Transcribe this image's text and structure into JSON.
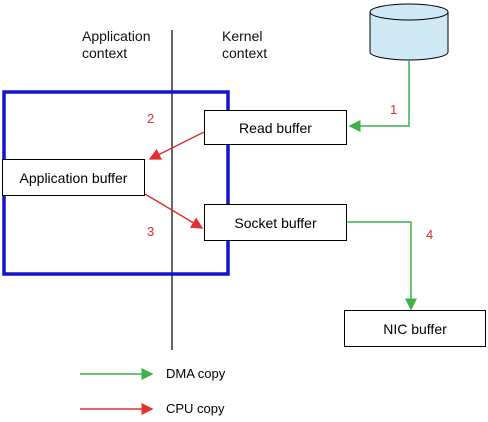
{
  "labels": {
    "application_context": "Application\ncontext",
    "kernel_context": "Kernel\ncontext"
  },
  "buffers": {
    "read": "Read buffer",
    "application": "Application buffer",
    "socket": "Socket buffer",
    "nic": "NIC buffer"
  },
  "steps": [
    "1",
    "2",
    "3",
    "4"
  ],
  "legend": {
    "dma": "DMA copy",
    "cpu": "CPU copy"
  },
  "colors": {
    "dma": "#3cb34a",
    "cpu": "#e03030",
    "highlight": "#1414c8",
    "disk_fill": "#cfe8f5"
  }
}
